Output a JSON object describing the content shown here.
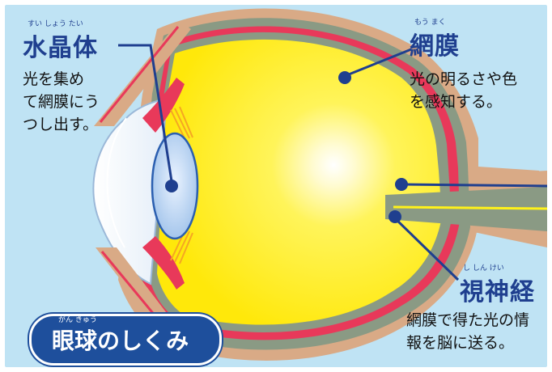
{
  "diagram": {
    "title_label": "眼球のしくみ",
    "title_ruby": "がん きゅう",
    "lens": {
      "name": "水晶体",
      "ruby": "すい しょう たい",
      "description": "光を集め\nて網膜にう\nつし出す。"
    },
    "retina": {
      "name": "網膜",
      "ruby": "もう まく",
      "description": "光の明るさや色\nを感知する。"
    },
    "optic_nerve": {
      "name": "視神経",
      "ruby": "し しん けい",
      "description": "網膜で得た光の情\n報を脳に送る。"
    }
  },
  "colors": {
    "background": "#bfe3f4",
    "label_blue": "#1f3f8f",
    "sclera": "#d9aa86",
    "retina_red": "#e8395a",
    "choroid_gray": "#8a9a84",
    "vitreous_yellow": "#fff21a",
    "lens_blue": "#cfe0f5"
  }
}
